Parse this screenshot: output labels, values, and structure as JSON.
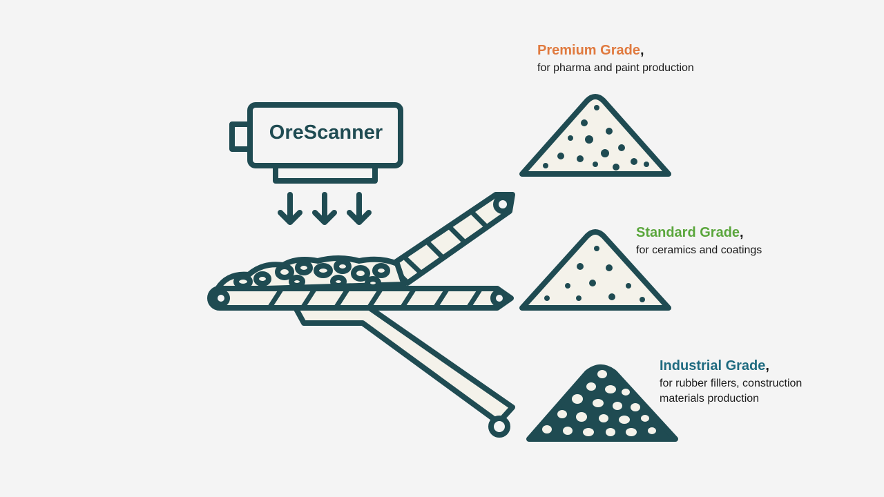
{
  "scanner": {
    "label": "OreScanner"
  },
  "grades": {
    "premium": {
      "title": "Premium Grade",
      "comma": ",",
      "desc1": "for pharma and paint production",
      "color": "#e07a3f"
    },
    "standard": {
      "title": "Standard Grade",
      "comma": ",",
      "desc1": "for ceramics and coatings",
      "color": "#5aa63c"
    },
    "industrial": {
      "title": "Industrial Grade",
      "comma": ",",
      "desc1": "for rubber fillers, construction",
      "desc2": "materials production",
      "color": "#1f6b80"
    }
  },
  "colors": {
    "stroke": "#1f4b52",
    "fill": "#f4f2ea",
    "background": "#f4f4f4"
  }
}
